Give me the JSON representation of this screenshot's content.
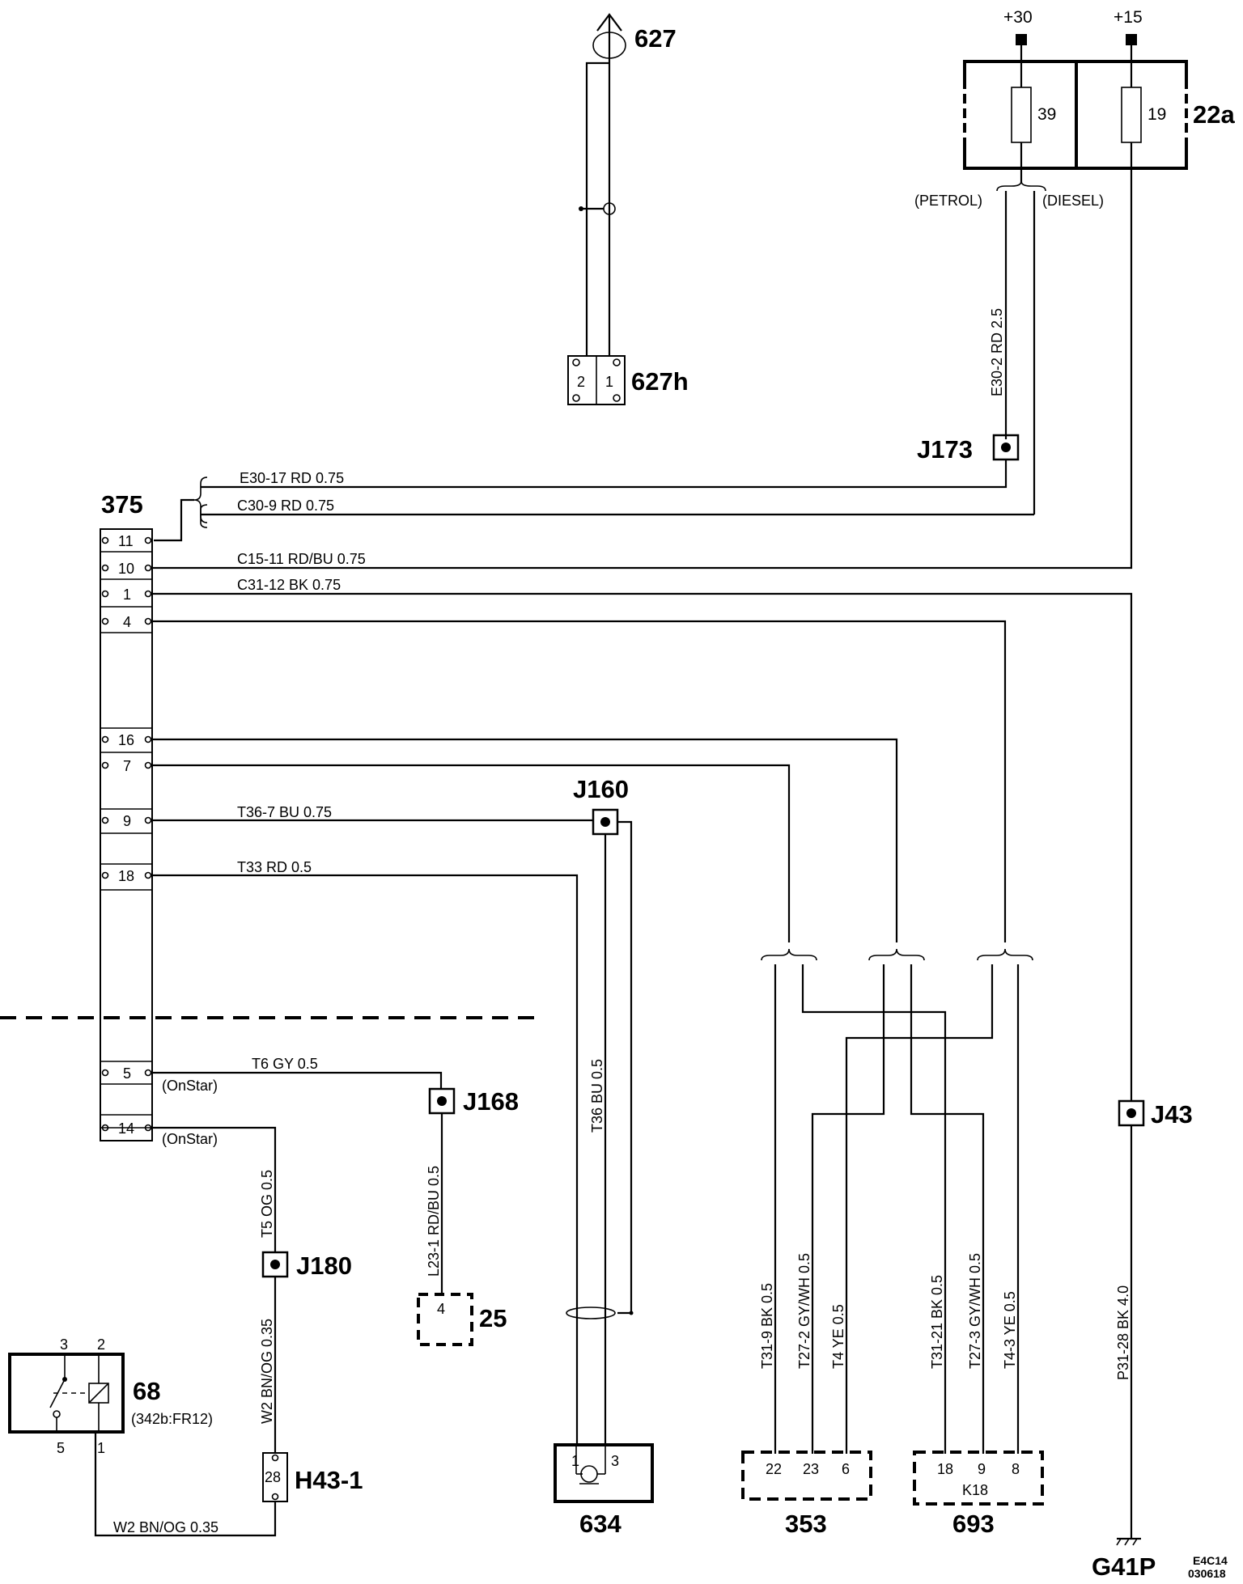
{
  "components": {
    "antenna": "627",
    "antenna_connector": "627h",
    "fuse_box": "22a",
    "module": "375",
    "relay": "68",
    "relay_ref": "(342b:FR12)",
    "speaker": "634",
    "comp_353": "353",
    "comp_693": "693",
    "comp_693_sub": "K18",
    "comp_25": "25",
    "ground": "G41P",
    "connector_h43": "H43-1"
  },
  "supplies": {
    "plus30": "+30",
    "plus15": "+15"
  },
  "fuses": {
    "f39": "39",
    "f19": "19"
  },
  "variants": {
    "petrol": "(PETROL)",
    "diesel": "(DIESEL)"
  },
  "onstar": "(OnStar)",
  "splices": {
    "j173": "J173",
    "j160": "J160",
    "j168": "J168",
    "j180": "J180",
    "j43": "J43"
  },
  "module_pins": [
    "11",
    "10",
    "1",
    "4",
    "16",
    "7",
    "9",
    "18",
    "5",
    "14"
  ],
  "antenna_pins": [
    "2",
    "1"
  ],
  "speaker_pins": [
    "1",
    "3"
  ],
  "relay_pins": [
    "3",
    "2",
    "5",
    "1"
  ],
  "pins_353": [
    "22",
    "23",
    "6"
  ],
  "pins_693": [
    "18",
    "9",
    "8"
  ],
  "pin_25": "4",
  "pin_h43": "28",
  "wires": {
    "e30_17": "E30-17   RD   0.75",
    "c30_9": "C30-9   RD   0.75",
    "c15_11": "C15-11   RD/BU   0.75",
    "c31_12": "C31-12   BK   0.75",
    "t36_7": "T36-7   BU   0.75",
    "t33": "T33   RD   0.5",
    "t6": "T6   GY   0.5",
    "w2_bottom": "W2   BN/OG   0.35",
    "e30_2": "E30-2   RD   2.5",
    "t36": "T36   BU   0.5",
    "l23_1": "L23-1   RD/BU   0.5",
    "t5": "T5   OG   0.5",
    "w2_vert": "W2   BN/OG 0.35",
    "t31_9": "T31-9   BK   0.5",
    "t27_2": "T27-2   GY/WH   0.5",
    "t4": "T4   YE   0.5",
    "t31_21": "T31-21   BK   0.5",
    "t27_3": "T27-3   GY/WH   0.5",
    "t4_3": "T4-3   YE   0.5",
    "p31_28": "P31-28   BK   4.0"
  },
  "drawing_code": [
    "E4C14",
    "030618"
  ]
}
